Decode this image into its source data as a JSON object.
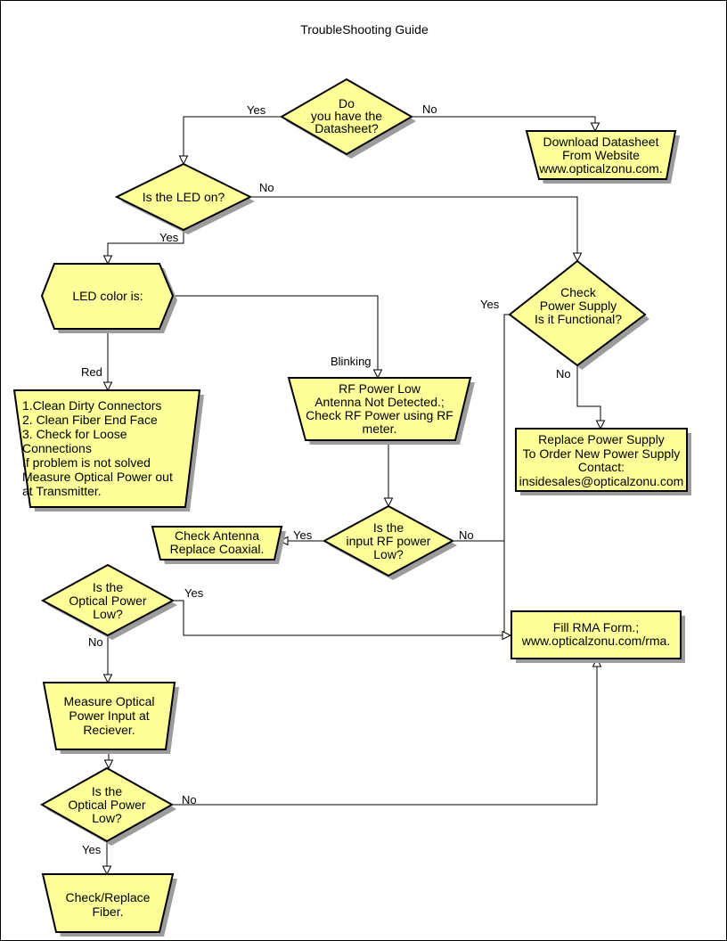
{
  "page": {
    "title": "TroubleShooting Guide"
  },
  "nodes": {
    "datasheet_question": "Do\nyou have the\nDatasheet?",
    "download_datasheet": "Download Datasheet\nFrom Website\nwww.opticalzonu.com.",
    "led_on_question": "Is the LED on?",
    "led_color": "LED color is:",
    "clean_connectors": "1.Clean Dirty Connectors\n2. Clean Fiber End Face\n3. Check for Loose\nConnections\nIf problem is not solved\nMeasure Optical Power out\nat Transmitter.",
    "rf_power_low": "RF Power Low\nAntenna Not Detected.;\nCheck RF Power using RF\nmeter.",
    "check_power_supply": "Check\nPower Supply\nIs it Functional?",
    "replace_power_supply": "Replace Power Supply\nTo Order New Power Supply\nContact:\ninsidesales@opticalzonu.com",
    "input_rf_question": "Is the\ninput RF power\nLow?",
    "check_antenna": "Check Antenna\nReplace Coaxial.",
    "optical_power_q1": "Is the\nOptical Power\nLow?",
    "fill_rma": "Fill RMA Form.;\nwww.opticalzonu.com/rma.",
    "measure_optical": "Measure Optical\nPower Input at\nReciever.",
    "optical_power_q2": "Is the\nOptical Power\nLow?",
    "check_fiber": "Check/Replace\nFiber."
  },
  "edge_labels": {
    "datasheet_yes": "Yes",
    "datasheet_no": "No",
    "led_no": "No",
    "led_yes": "Yes",
    "color_red": "Red",
    "color_blinking": "Blinking",
    "power_supply_yes": "Yes",
    "power_supply_no": "No",
    "input_rf_yes": "Yes",
    "input_rf_no": "No",
    "optical1_yes": "Yes",
    "optical1_no": "No",
    "optical2_no": "No",
    "optical2_yes": "Yes"
  },
  "colors": {
    "shape_fill": "#FFFF99",
    "shape_border": "#000000",
    "shadow": "#9C9C9C",
    "connector": "#000000",
    "text": "#000000",
    "background": "#FFFFFF"
  }
}
